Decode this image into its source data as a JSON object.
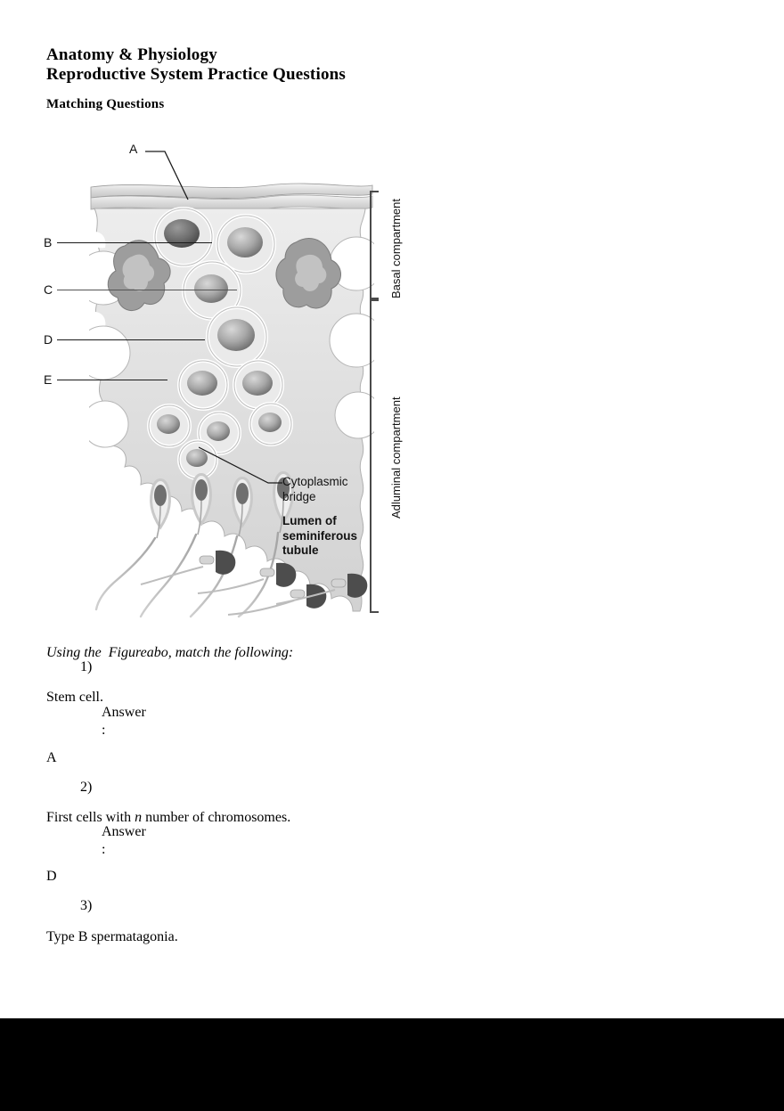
{
  "document": {
    "title_line1": "Anatomy & Physiology",
    "title_line2": "Reproductive System Practice Questions",
    "section_heading": "Matching Questions"
  },
  "figure": {
    "caption_labels": [
      {
        "letter": "A"
      },
      {
        "letter": "B"
      },
      {
        "letter": "C"
      },
      {
        "letter": "D"
      },
      {
        "letter": "E"
      }
    ],
    "compartments": [
      {
        "name": "Basal compartment"
      },
      {
        "name": "Adluminal compartment"
      }
    ],
    "callouts": [
      {
        "text_line1": "Cytoplasmic",
        "text_line2": "bridge",
        "bold": false
      },
      {
        "text_line1": "Lumen  of",
        "text_line2": "seminiferous",
        "text_line3": "tubule",
        "bold": true
      }
    ]
  },
  "questions": {
    "prompt": "Using the  Figureabo, match the following:",
    "answer_label": "Answer",
    "answer_colon": ":",
    "items": [
      {
        "number": "1)",
        "text": "Stem cell.",
        "answer": "A"
      },
      {
        "number": "2)",
        "text_before_italic": "First cells with ",
        "italic_token": "n",
        "text_after_italic": " number of chromosomes.",
        "answer": "D"
      },
      {
        "number": "3)",
        "text": "Type B spermatagonia.",
        "answer": ""
      }
    ]
  },
  "colors": {
    "ink": "#000000",
    "leader": "#1a1a1a",
    "bracket": "#4a4a4a",
    "cytoplasm": "#e2e2e2",
    "cell_dark": "#8a8a8a",
    "black_bar": "#000000"
  }
}
